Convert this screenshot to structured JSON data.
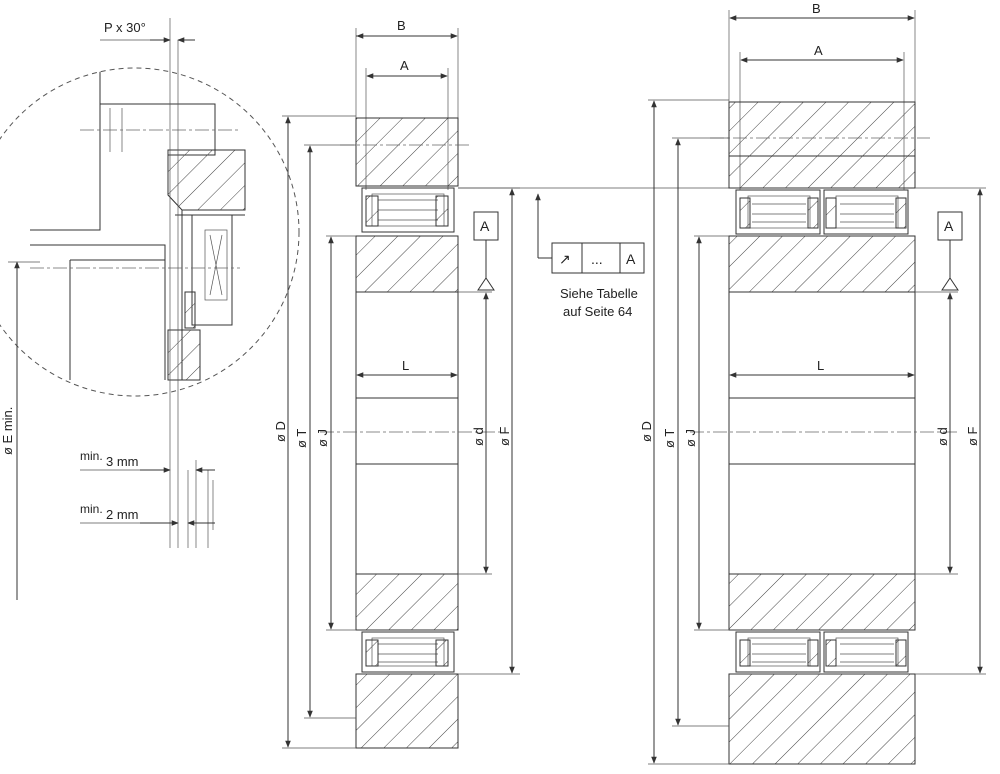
{
  "detail": {
    "chamfer_label": "P x 30°",
    "e_min_label": "ø E min.",
    "min3_prefix": "min.",
    "min3_value": "3 mm",
    "min2_prefix": "min.",
    "min2_value": "2 mm"
  },
  "single": {
    "b_label": "B",
    "a_label": "A",
    "l_label": "L",
    "d_label": "ø D",
    "t_label": "ø T",
    "j_label": "ø J",
    "bore_label": "ø d",
    "f_label": "ø F",
    "datum_label": "A"
  },
  "tolerance": {
    "symbol": "↗",
    "value": "...",
    "datum": "A",
    "note_line1": "Siehe Tabelle",
    "note_line2": "auf Seite 64"
  },
  "double": {
    "b_label": "B",
    "a_label": "A",
    "l_label": "L",
    "d_label": "ø D",
    "t_label": "ø T",
    "j_label": "ø J",
    "bore_label": "ø d",
    "f_label": "ø F",
    "datum_label": "A"
  }
}
